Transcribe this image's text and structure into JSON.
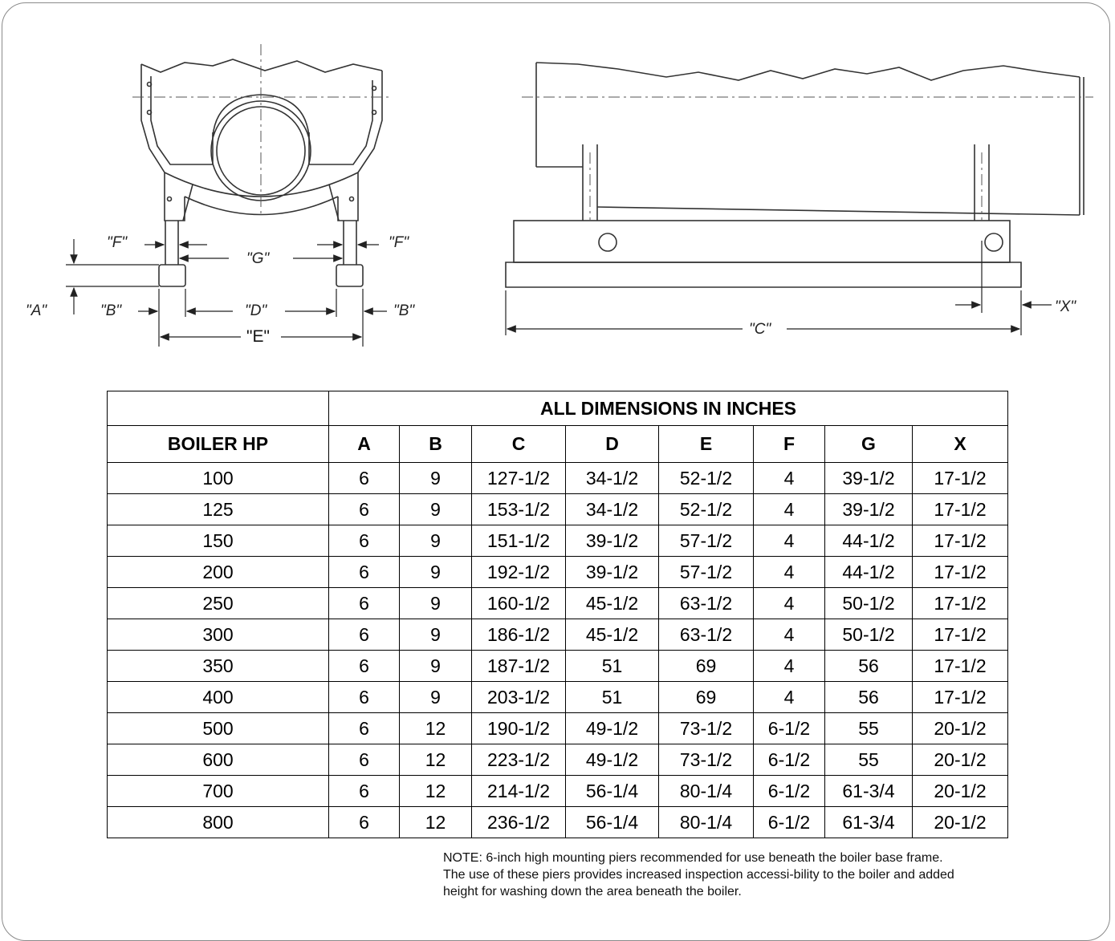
{
  "diagram": {
    "labels": {
      "A": "\"A\"",
      "B_left": "\"B\"",
      "B_right": "\"B\"",
      "D": "\"D\"",
      "E": "\"E\"",
      "F_left": "\"F\"",
      "F_right": "\"F\"",
      "G": "\"G\"",
      "C": "\"C\"",
      "X": "\"X\""
    }
  },
  "table": {
    "group_header": "ALL DIMENSIONS IN INCHES",
    "row_header": "BOILER HP",
    "columns": [
      "A",
      "B",
      "C",
      "D",
      "E",
      "F",
      "G",
      "X"
    ],
    "rows": [
      [
        "100",
        "6",
        "9",
        "127-1/2",
        "34-1/2",
        "52-1/2",
        "4",
        "39-1/2",
        "17-1/2"
      ],
      [
        "125",
        "6",
        "9",
        "153-1/2",
        "34-1/2",
        "52-1/2",
        "4",
        "39-1/2",
        "17-1/2"
      ],
      [
        "150",
        "6",
        "9",
        "151-1/2",
        "39-1/2",
        "57-1/2",
        "4",
        "44-1/2",
        "17-1/2"
      ],
      [
        "200",
        "6",
        "9",
        "192-1/2",
        "39-1/2",
        "57-1/2",
        "4",
        "44-1/2",
        "17-1/2"
      ],
      [
        "250",
        "6",
        "9",
        "160-1/2",
        "45-1/2",
        "63-1/2",
        "4",
        "50-1/2",
        "17-1/2"
      ],
      [
        "300",
        "6",
        "9",
        "186-1/2",
        "45-1/2",
        "63-1/2",
        "4",
        "50-1/2",
        "17-1/2"
      ],
      [
        "350",
        "6",
        "9",
        "187-1/2",
        "51",
        "69",
        "4",
        "56",
        "17-1/2"
      ],
      [
        "400",
        "6",
        "9",
        "203-1/2",
        "51",
        "69",
        "4",
        "56",
        "17-1/2"
      ],
      [
        "500",
        "6",
        "12",
        "190-1/2",
        "49-1/2",
        "73-1/2",
        "6-1/2",
        "55",
        "20-1/2"
      ],
      [
        "600",
        "6",
        "12",
        "223-1/2",
        "49-1/2",
        "73-1/2",
        "6-1/2",
        "55",
        "20-1/2"
      ],
      [
        "700",
        "6",
        "12",
        "214-1/2",
        "56-1/4",
        "80-1/4",
        "6-1/2",
        "61-3/4",
        "20-1/2"
      ],
      [
        "800",
        "6",
        "12",
        "236-1/2",
        "56-1/4",
        "80-1/4",
        "6-1/2",
        "61-3/4",
        "20-1/2"
      ]
    ]
  },
  "note": "NOTE: 6-inch high mounting piers recommended for use beneath the boiler base frame. The use of these piers provides increased inspection accessi-bility to the boiler and added height for washing down the area beneath the boiler."
}
